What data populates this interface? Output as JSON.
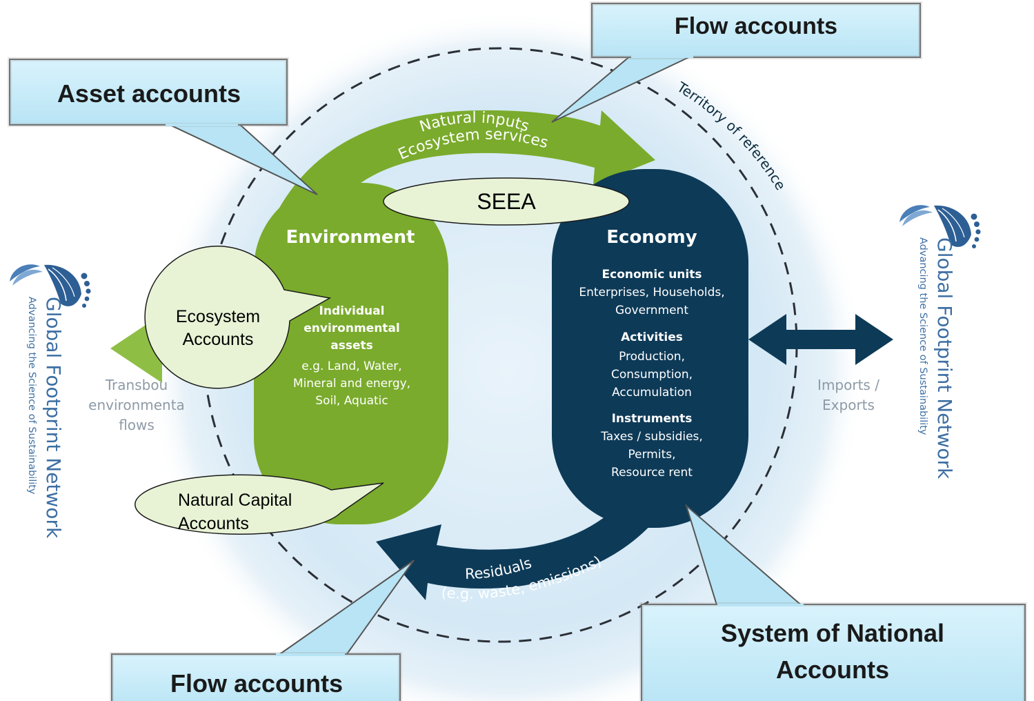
{
  "callouts": {
    "asset_accounts": "Asset accounts",
    "flow_accounts_top": "Flow accounts",
    "flow_accounts_bottom": "Flow accounts",
    "sna_line1": "System of National",
    "sna_line2": "Accounts"
  },
  "bubbles": {
    "seea": "SEEA",
    "ecosystem_line1": "Ecosystem",
    "ecosystem_line2": "Accounts",
    "natural_capital_line1": "Natural Capital",
    "natural_capital_line2": "Accounts"
  },
  "environment": {
    "title": "Environment",
    "assets_line1": "Individual",
    "assets_line2": "environmental",
    "assets_line3": "assets",
    "examples_line1": "e.g. Land, Water,",
    "examples_line2": "Mineral and energy,",
    "examples_line3": "Soil, Aquatic"
  },
  "economy": {
    "title": "Economy",
    "units_heading": "Economic units",
    "units_line1": "Enterprises, Households,",
    "units_line2": "Government",
    "activities_heading": "Activities",
    "activities_line1": "Production,",
    "activities_line2": "Consumption,",
    "activities_line3": "Accumulation",
    "instruments_heading": "Instruments",
    "instruments_line1": "Taxes / subsidies,",
    "instruments_line2": "Permits,",
    "instruments_line3": "Resource rent"
  },
  "flows": {
    "natural_inputs": "Natural inputs",
    "ecosystem_services": "Ecosystem services",
    "residuals": "Residuals",
    "residuals_examples": "(e.g. waste, emissions)",
    "territory": "Territory of reference",
    "imports": "Imports /",
    "exports": "Exports",
    "transboundary_line1": "Transbou",
    "transboundary_line2": "environmenta",
    "transboundary_line3": "flows"
  },
  "logo": {
    "name": "Global Footprint Network",
    "tagline": "Advancing the Science of Sustainability"
  },
  "colors": {
    "environment_green": "#7aab2c",
    "economy_navy": "#0d3a57",
    "callout_blue": "#c9ecf8",
    "bubble_fill": "#e8f3d6",
    "halo_blue": "#cfe6f4"
  }
}
